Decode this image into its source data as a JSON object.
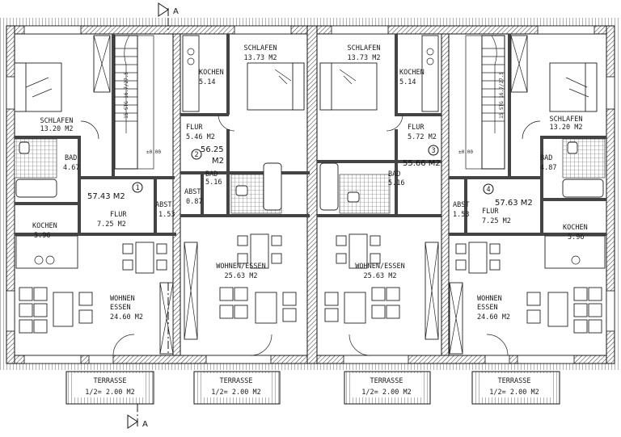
{
  "section_marker": "A",
  "units": [
    {
      "rooms": [
        {
          "id": "schlafen",
          "name": "SCHLAFEN",
          "area": "13.20 M2"
        },
        {
          "id": "bad",
          "name": "BAD",
          "area": "4.67"
        },
        {
          "id": "kochen",
          "name": "KOCHEN",
          "area": "5.96"
        },
        {
          "id": "flur",
          "name": "FLUR",
          "area": "7.25 M2"
        },
        {
          "id": "abst",
          "name": "ABST",
          "area": "1.53"
        },
        {
          "id": "wohnen",
          "name": "WOHNEN",
          "name2": "ESSEN",
          "area": "24.60 M2"
        }
      ],
      "total": "57.43 M2",
      "number": "1",
      "terrace": {
        "name": "TERRASSE",
        "area": "1/2= 2.00 M2"
      },
      "stair": "15 STG 16.7/27.5"
    },
    {
      "rooms": [
        {
          "id": "kochen",
          "name": "KOCHEN",
          "area": "5.14"
        },
        {
          "id": "schlafen",
          "name": "SCHLAFEN",
          "area": "13.73 M2"
        },
        {
          "id": "flur",
          "name": "FLUR",
          "area": "5.46 M2"
        },
        {
          "id": "abst",
          "name": "ABST",
          "area": "0.87"
        },
        {
          "id": "bad",
          "name": "BAD",
          "area": "5.16"
        },
        {
          "id": "wohnen",
          "name": "WOHNEN/ESSEN",
          "area": "25.63 M2"
        }
      ],
      "total": "56.25",
      "total_unit": "M2",
      "number": "2",
      "terrace": {
        "name": "TERRASSE",
        "area": "1/2= 2.00 M2"
      }
    },
    {
      "rooms": [
        {
          "id": "schlafen",
          "name": "SCHLAFEN",
          "area": "13.73 M2"
        },
        {
          "id": "kochen",
          "name": "KOCHEN",
          "area": "5.14"
        },
        {
          "id": "flur",
          "name": "FLUR",
          "area": "5.72 M2"
        },
        {
          "id": "bad",
          "name": "BAD",
          "area": "5.16"
        },
        {
          "id": "wohnen",
          "name": "WOHNEN/ESSEN",
          "area": "25.63 M2"
        }
      ],
      "total": "55.66 M2",
      "number": "3",
      "terrace": {
        "name": "TERRASSE",
        "area": "1/2= 2.00 M2"
      }
    },
    {
      "rooms": [
        {
          "id": "schlafen",
          "name": "SCHLAFEN",
          "area": "13.20 M2"
        },
        {
          "id": "bad",
          "name": "BAD",
          "area": "4.87"
        },
        {
          "id": "abst",
          "name": "ABST",
          "area": "1.53"
        },
        {
          "id": "flur",
          "name": "FLUR",
          "area": "7.25 M2"
        },
        {
          "id": "kochen",
          "name": "KOCHEN",
          "area": "5.96"
        },
        {
          "id": "wohnen",
          "name": "WOHNEN",
          "name2": "ESSEN",
          "area": "24.60 M2"
        }
      ],
      "total": "57.63 M2",
      "number": "4",
      "terrace": {
        "name": "TERRASSE",
        "area": "1/2= 2.00 M2"
      },
      "stair": "15 STG 16.7/27.5"
    }
  ],
  "level_mark": "±0.00"
}
